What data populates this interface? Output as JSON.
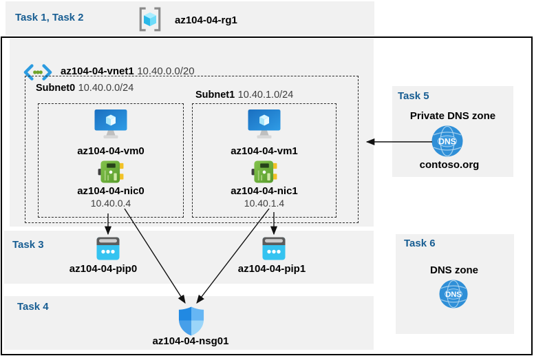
{
  "header": {
    "tasks_label": "Task 1, Task 2",
    "resource_group_name": "az104-04-rg1"
  },
  "vnet": {
    "name": "az104-04-vnet1",
    "cidr": "10.40.0.0/20",
    "subnets": [
      {
        "name": "Subnet0",
        "cidr": "10.40.0.0/24",
        "vm_name": "az104-04-vm0",
        "nic_name": "az104-04-nic0",
        "nic_ip": "10.40.0.4"
      },
      {
        "name": "Subnet1",
        "cidr": "10.40.1.0/24",
        "vm_name": "az104-04-vm1",
        "nic_name": "az104-04-nic1",
        "nic_ip": "10.40.1.4"
      }
    ]
  },
  "task3": {
    "label": "Task 3",
    "public_ip_names": [
      "az104-04-pip0",
      "az104-04-pip1"
    ]
  },
  "task4": {
    "label": "Task 4",
    "nsg_name": "az104-04-nsg01"
  },
  "task5": {
    "label": "Task 5",
    "title": "Private DNS zone",
    "zone_name": "contoso.org"
  },
  "task6": {
    "label": "Task 6",
    "title": "DNS zone"
  },
  "icons": {
    "dns_text": "DNS",
    "resource_group": "resource-group-icon",
    "virtual_network": "virtual-network-icon",
    "virtual_machine": "virtual-machine-icon",
    "network_interface": "network-interface-icon",
    "public_ip": "public-ip-icon",
    "network_security_group": "nsg-shield-icon",
    "dns_zone": "dns-globe-icon"
  },
  "colors": {
    "task_label": "#175d92",
    "panel_background": "#f1f1f1",
    "frame_border": "#000000",
    "arrow": "#111111",
    "vm_blue": "#2386d8",
    "nic_green": "#6cb23a",
    "pip_cyan": "#35c3f0",
    "nsg_blue": "#2189e2",
    "dns_blue": "#2f8fd7",
    "rg_cyan": "#4fd0f7",
    "vnet_chevron_blue": "#2b9be0",
    "vnet_dot_green": "#71a42c"
  }
}
